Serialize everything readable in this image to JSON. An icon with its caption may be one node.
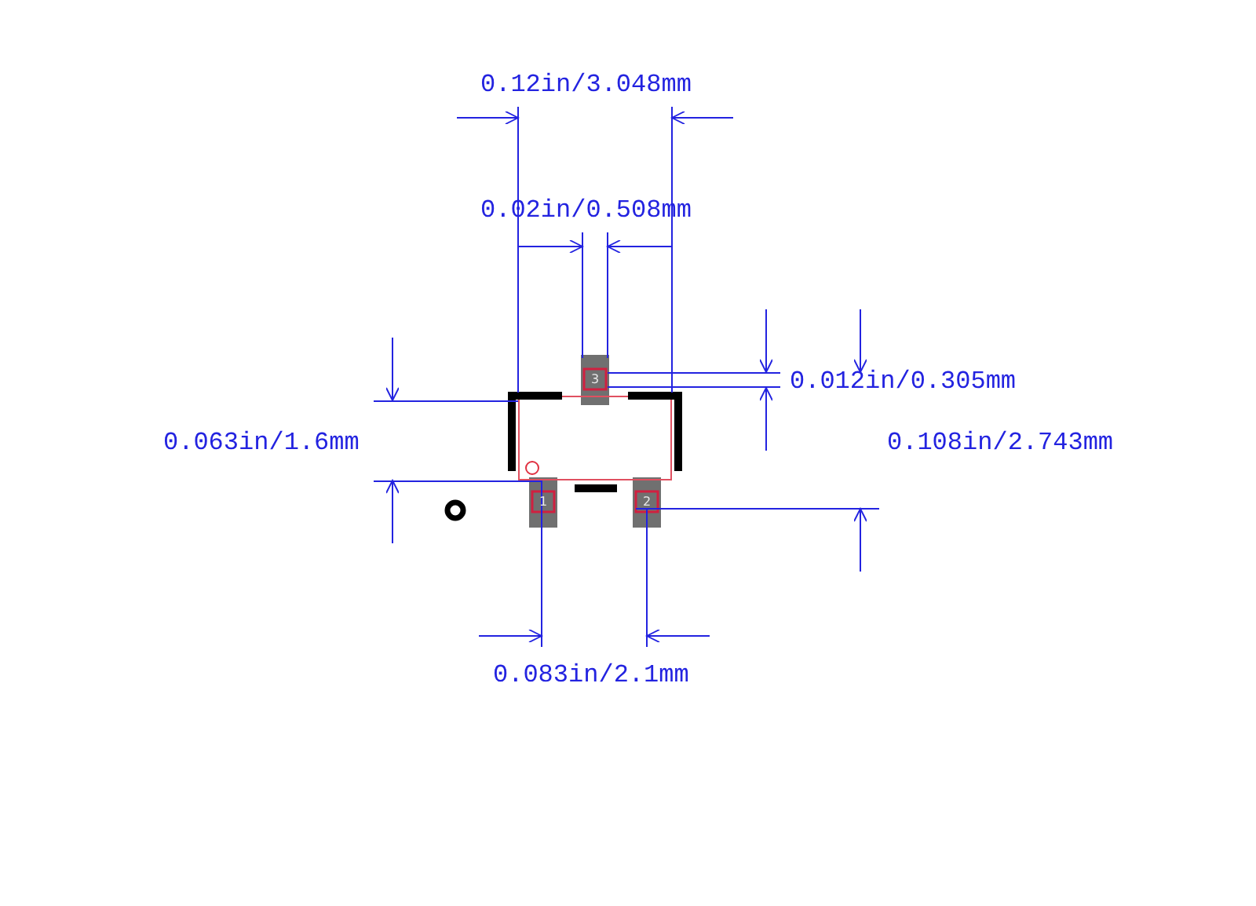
{
  "diagram": {
    "labels": [
      "0.12in/3.048mm",
      "0.02in/0.508mm",
      "3",
      "0.012in/0.305mm",
      "0.063in/1.6mm",
      "0.108in/2.743mm",
      "1",
      "2",
      "0.083in/2.1mm"
    ]
  }
}
